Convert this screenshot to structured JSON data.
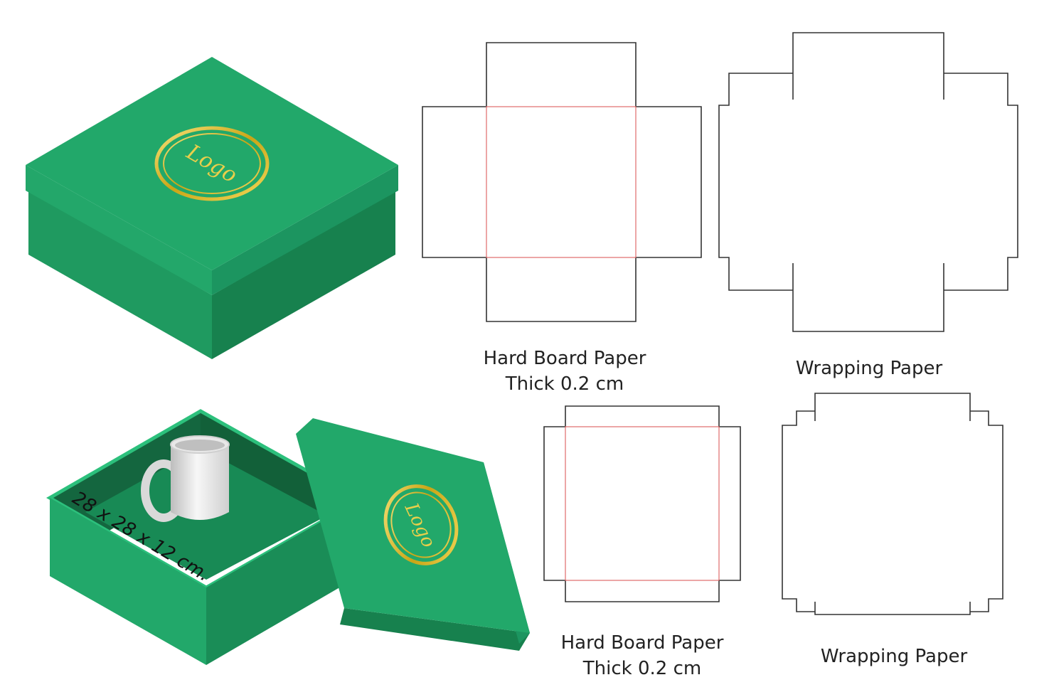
{
  "colors": {
    "box_top": "#22a86a",
    "box_side_light": "#1f9a60",
    "box_side_dark": "#17814e",
    "box_inner_dark": "#12603a",
    "box_inner_floor": "#188a55",
    "gold": "#d4b21f",
    "cut_line": "#333333",
    "fold_line": "#e06b6b"
  },
  "closed_box": {
    "logo_text": "Logo"
  },
  "open_box": {
    "logo_text": "Logo",
    "dimensions": "28 x 28 x 12 cm."
  },
  "dielines": [
    {
      "id": "large-hard-board",
      "title": "Hard Board Paper",
      "subtitle": "Thick 0.2 cm"
    },
    {
      "id": "large-wrapping",
      "title": "Wrapping Paper"
    },
    {
      "id": "small-hard-board",
      "title": "Hard Board Paper",
      "subtitle": "Thick 0.2 cm"
    },
    {
      "id": "small-wrapping",
      "title": "Wrapping Paper"
    }
  ],
  "icons": [
    "mug-icon",
    "gold-logo-seal-icon"
  ]
}
